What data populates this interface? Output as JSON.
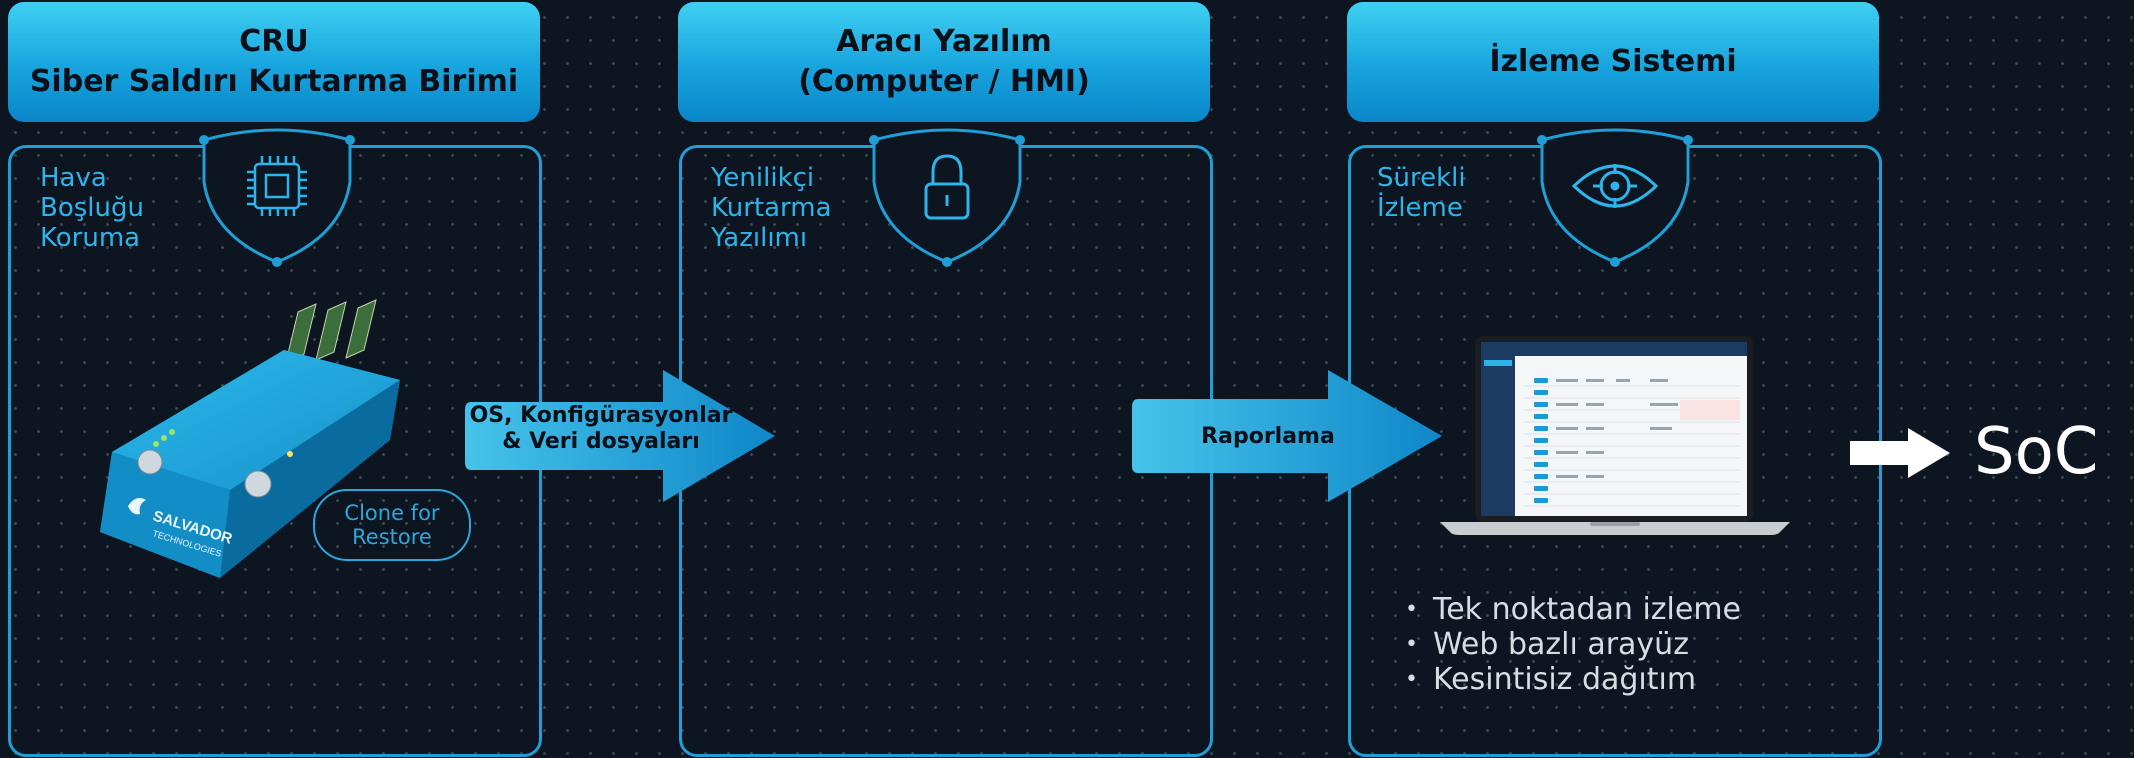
{
  "columns": [
    {
      "title": "CRU\nSiber Saldırı Kurtarma Birimi",
      "label": "Hava\nBoşluğu\nKoruma",
      "icon": "chip-icon"
    },
    {
      "title": "Aracı Yazılım\n(Computer / HMI)",
      "label": "Yenilikçi\nKurtarma\nYazılımı",
      "icon": "lock-icon"
    },
    {
      "title": "İzleme Sistemi",
      "label": "Sürekli\nİzleme",
      "icon": "eye-target-icon"
    }
  ],
  "device": {
    "brand": "SALVADOR",
    "brand_sub": "TECHNOLOGIES",
    "clone_label": "Clone for\nRestore"
  },
  "arrows": [
    {
      "label": "OS, Konfigürasyonlar\n& Veri dosyaları"
    },
    {
      "label": "Raporlama"
    }
  ],
  "bullets": [
    "Tek noktadan izleme",
    "Web bazlı arayüz",
    "Kesintisiz dağıtım"
  ],
  "soc_label": "SoC",
  "colors": {
    "accent": "#1f9fd6",
    "header_top": "#3fd0f2",
    "header_bottom": "#0a86c8",
    "background": "#0d1520",
    "text_light": "#d8dde3"
  }
}
